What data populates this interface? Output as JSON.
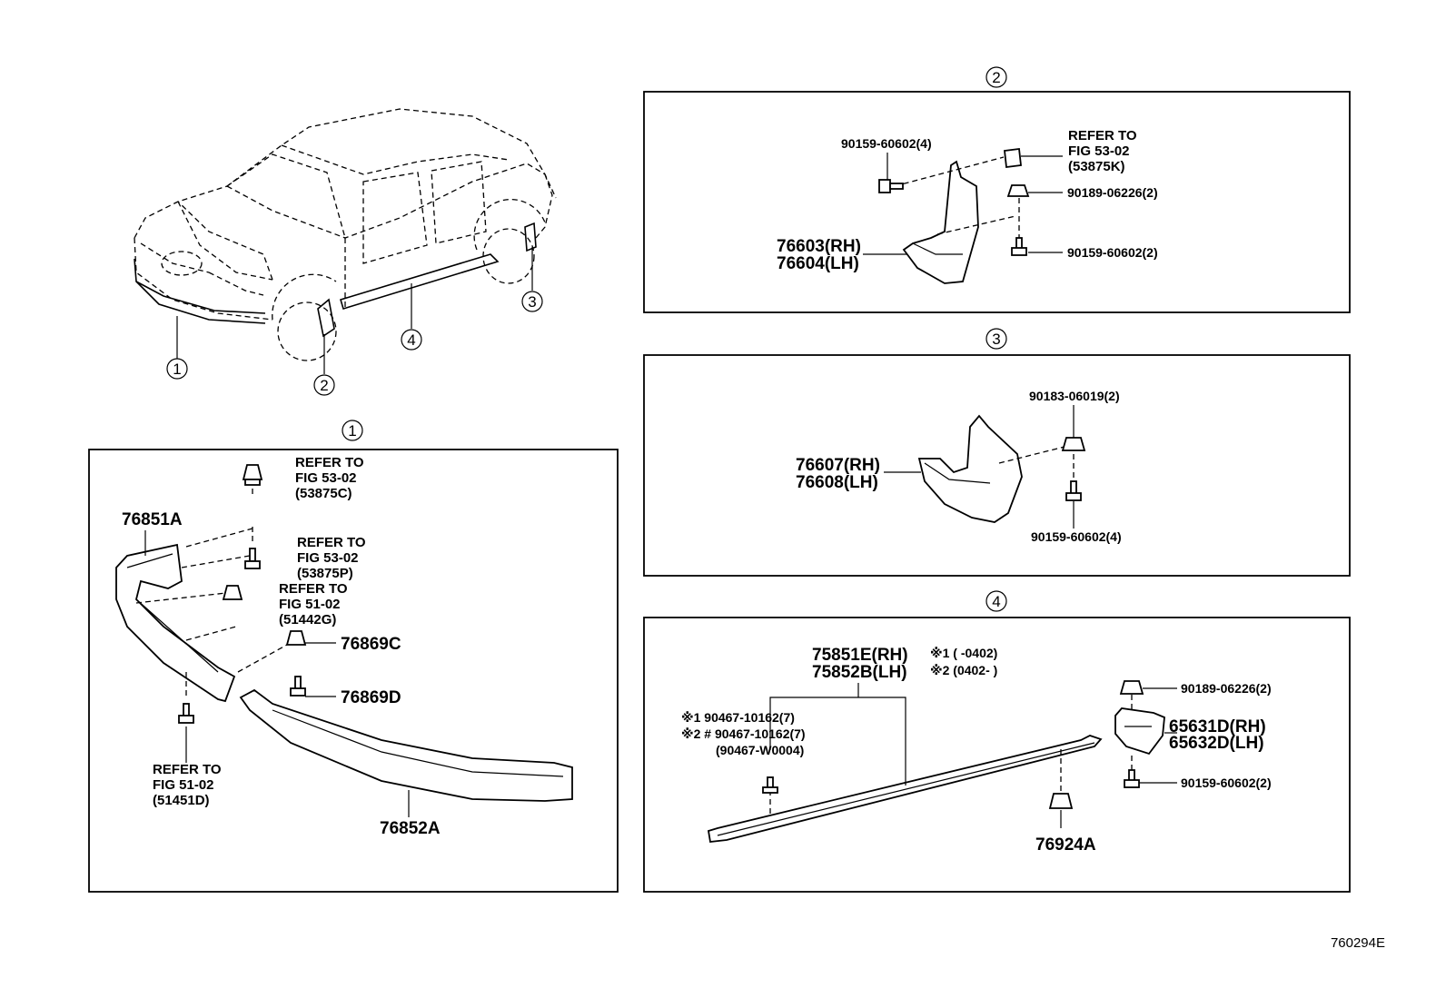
{
  "callouts": [
    "1",
    "2",
    "3",
    "4"
  ],
  "panel1": {
    "label": "1",
    "refs": [
      {
        "l1": "REFER TO",
        "l2": "FIG 53-02",
        "l3": "(53875C)"
      },
      {
        "l1": "REFER TO",
        "l2": "FIG 53-02",
        "l3": "(53875P)"
      },
      {
        "l1": "REFER TO",
        "l2": "FIG 51-02",
        "l3": "(51442G)"
      },
      {
        "l1": "REFER TO",
        "l2": "FIG 51-02",
        "l3": "(51451D)"
      }
    ],
    "parts": [
      "76851A",
      "76869C",
      "76869D",
      "76852A"
    ]
  },
  "panel2": {
    "label": "2",
    "ref": {
      "l1": "REFER TO",
      "l2": "FIG 53-02",
      "l3": "(53875K)"
    },
    "parts": [
      "90159-60602(4)",
      "90189-06226(2)",
      "90159-60602(2)",
      "76603(RH)",
      "76604(LH)"
    ]
  },
  "panel3": {
    "label": "3",
    "parts": [
      "90183-06019(2)",
      "76607(RH)",
      "76608(LH)",
      "90159-60602(4)"
    ]
  },
  "panel4": {
    "label": "4",
    "parts": [
      "75851E(RH)",
      "75852B(LH)",
      "90189-06226(2)",
      "65631D(RH)",
      "65632D(LH)",
      "90159-60602(2)",
      "76924A"
    ],
    "notes": [
      "※1 (    -0402)",
      "※2 (0402-    )"
    ],
    "fasteners": [
      "※1  90467-10162(7)",
      "※2 # 90467-10162(7)",
      "(90467-W0004)"
    ]
  },
  "figure_code": "760294E"
}
